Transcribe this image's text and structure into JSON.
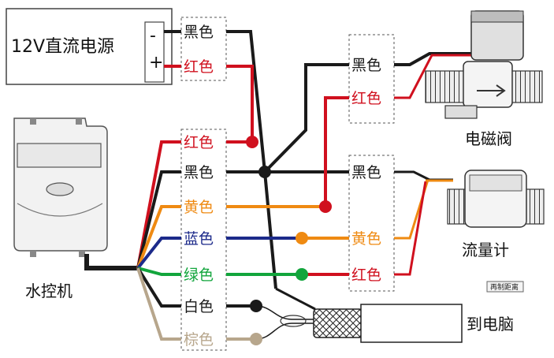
{
  "power_supply": {
    "label": "12V直流电源",
    "minus": "-",
    "plus": "+"
  },
  "psu_terminals": {
    "black": "黑色",
    "red": "红色"
  },
  "controller": {
    "label": "水控机",
    "wires": [
      "红色",
      "黑色",
      "黄色",
      "蓝色",
      "绿色",
      "白色",
      "棕色"
    ]
  },
  "valve": {
    "label": "电磁阀",
    "wires": [
      "黑色",
      "红色"
    ]
  },
  "flow_meter": {
    "label": "流量计",
    "wires": [
      "黑色",
      "黄色",
      "红色"
    ]
  },
  "computer": {
    "label": "到电脑"
  },
  "watermark": "再制距离",
  "colors": {
    "black": "#1a1a1a",
    "red": "#d0101e",
    "yellow": "#ef8a12",
    "blue": "#1c2a8a",
    "green": "#12a53c",
    "white": "#111111",
    "brown": "#b7a68c"
  }
}
